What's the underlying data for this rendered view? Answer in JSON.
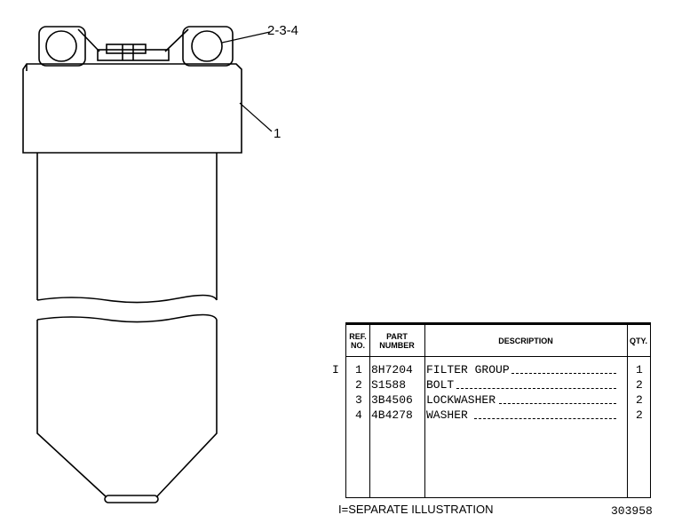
{
  "callouts": {
    "top": "2-3-4",
    "side": "1"
  },
  "table": {
    "headers": {
      "ref": [
        "REF.",
        "NO."
      ],
      "part": [
        "PART",
        "NUMBER"
      ],
      "desc": "DESCRIPTION",
      "qty": "QTY."
    },
    "rows": [
      {
        "marker": "I",
        "ref": "1",
        "part": "8H7204",
        "desc": "FILTER GROUP",
        "qty": "1"
      },
      {
        "marker": "",
        "ref": "2",
        "part": "S1588",
        "desc": "BOLT",
        "qty": "2"
      },
      {
        "marker": "",
        "ref": "3",
        "part": "3B4506",
        "desc": "LOCKWASHER",
        "qty": "2"
      },
      {
        "marker": "",
        "ref": "4",
        "part": "4B4278",
        "desc": "WASHER",
        "qty": "2"
      }
    ]
  },
  "footer": {
    "note": "I=SEPARATE ILLUSTRATION",
    "number": "303958"
  }
}
